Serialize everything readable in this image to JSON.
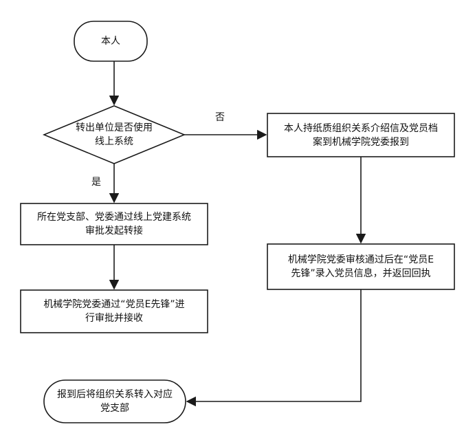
{
  "nodes": {
    "start": "本人",
    "decision": "转出单位是否使用\n线上系统",
    "offline": "本人持纸质组织关系介绍信及党员档\n案到机械学院党委报到",
    "branch_submit": "所在党支部、党委通过线上党建系统\n审批发起转接",
    "school_approve": "机械学院党委通过“党员E先锋”进\n行审批并接收",
    "school_record": "机械学院党委审核通过后在“党员E\n先锋”录入党员信息，并返回回执",
    "end": "报到后将组织关系转入对应\n党支部"
  },
  "edges": {
    "no_label": "否",
    "yes_label": "是"
  },
  "colors": {
    "stroke": "#1a1a1a",
    "fill": "#ffffff"
  }
}
